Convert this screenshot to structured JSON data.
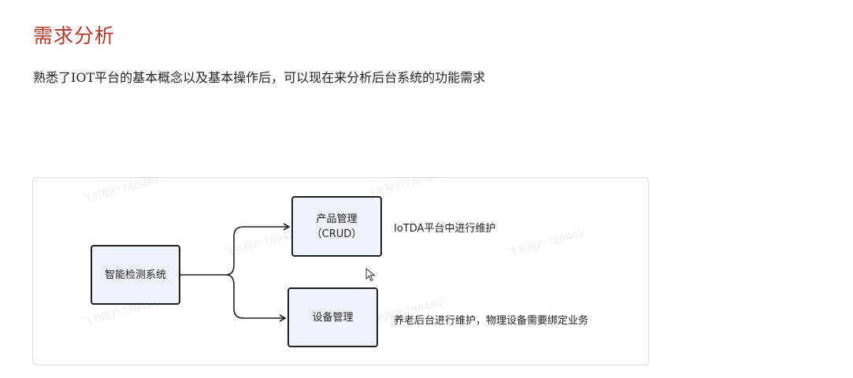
{
  "heading": "需求分析",
  "intro": "熟悉了IOT平台的基本概念以及基本操作后，可以现在来分析后台系统的功能需求",
  "colors": {
    "heading": "#b03a2e",
    "node_fill": "#eef3fb",
    "node_border": "#1f1f1f",
    "panel_border": "#dcdcdc"
  },
  "diagram": {
    "root": {
      "label": "智能检测系统"
    },
    "nodes": [
      {
        "label_line1": "产品管理",
        "label_line2": "（CRUD）",
        "note": "IoTDA平台中进行维护"
      },
      {
        "label_line1": "设备管理",
        "note": "养老后台进行维护，物理设备需要绑定业务"
      }
    ],
    "watermark": "飞书用户7804AV"
  },
  "cursor": {
    "icon": "pointer-arrow-icon"
  }
}
